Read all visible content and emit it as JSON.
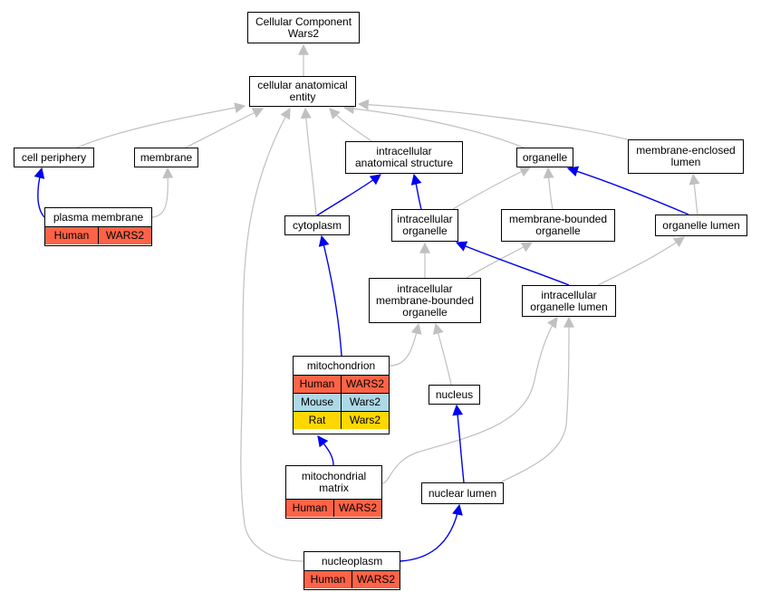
{
  "colors": {
    "is_a_edge": "#c0c0c0",
    "part_of_edge": "#0000ee",
    "human": "#ff6347",
    "mouse": "#add8e6",
    "rat": "#ffd700"
  },
  "nodes": {
    "root": "Cellular Component\nWars2",
    "cae": "cellular anatomical\nentity",
    "periphery": "cell periphery",
    "membrane": "membrane",
    "ias": "intracellular\nanatomical structure",
    "organelle": "organelle",
    "mem_enclosed": "membrane-enclosed\nlumen",
    "plasma": "plasma membrane",
    "cytoplasm": "cytoplasm",
    "intra_org": "intracellular\norganelle",
    "mb_org": "membrane-bounded\norganelle",
    "org_lumen": "organelle lumen",
    "imbo": "intracellular\nmembrane-bounded\norganelle",
    "iol": "intracellular\norganelle lumen",
    "mito": "mitochondrion",
    "nucleus": "nucleus",
    "matrix": "mitochondrial\nmatrix",
    "nuc_lumen": "nuclear lumen",
    "nucleoplasm": "nucleoplasm"
  },
  "annotations": {
    "plasma": [
      [
        "Human",
        "WARS2"
      ]
    ],
    "mito": [
      [
        "Human",
        "WARS2"
      ],
      [
        "Mouse",
        "Wars2"
      ],
      [
        "Rat",
        "Wars2"
      ]
    ],
    "matrix": [
      [
        "Human",
        "WARS2"
      ]
    ],
    "nucleoplasm": [
      [
        "Human",
        "WARS2"
      ]
    ]
  }
}
